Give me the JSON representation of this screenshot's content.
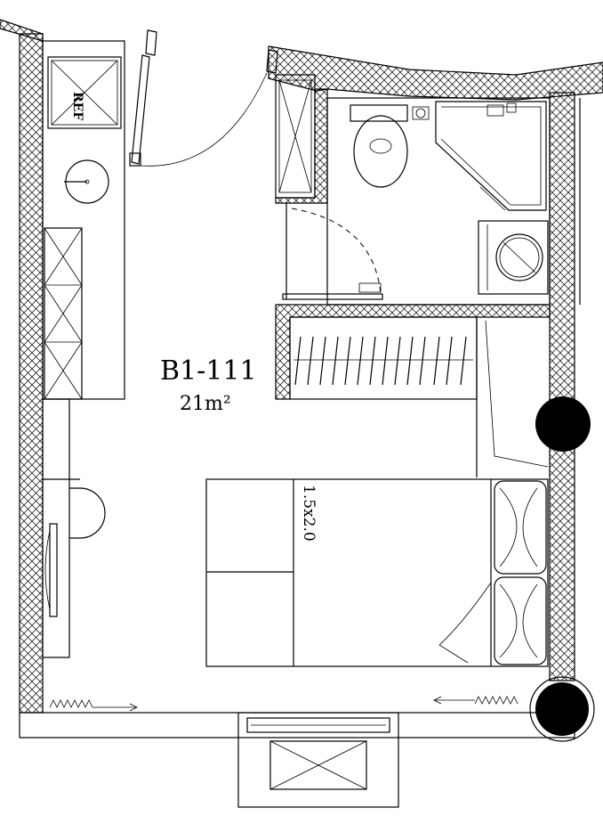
{
  "plan": {
    "unit_code": "B1-111",
    "area": "21m²",
    "fridge_label": "REF",
    "bed_size": "1.5x2.0",
    "colors": {
      "line": "#000000",
      "background": "#ffffff",
      "column": "#000000"
    }
  }
}
